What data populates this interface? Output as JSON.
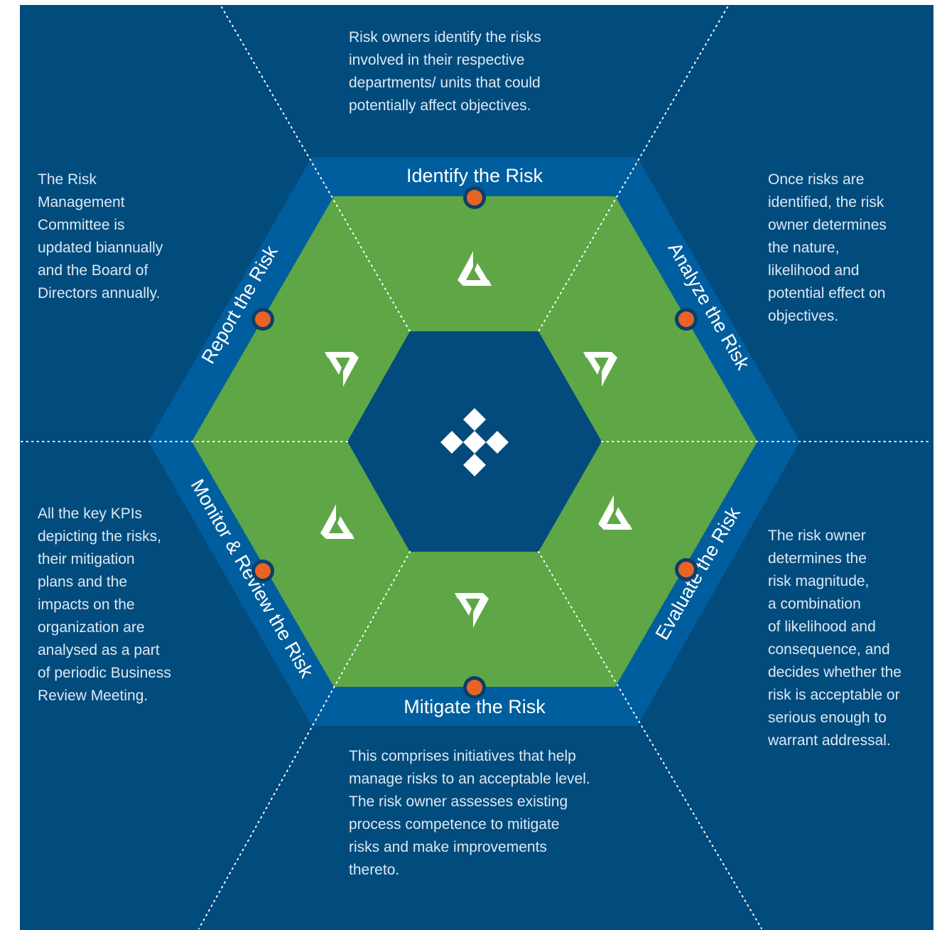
{
  "stages": {
    "identify": {
      "label": "Identify the Risk",
      "description": [
        "Risk owners identify the risks",
        "involved in their respective",
        "departments/ units that could",
        "potentially affect objectives."
      ]
    },
    "analyze": {
      "label": "Analyze the Risk",
      "description": [
        "Once risks are",
        "identified, the risk",
        "owner determines",
        "the nature,",
        "likelihood and",
        "potential effect on",
        "objectives."
      ]
    },
    "evaluate": {
      "label": "Evaluate the Risk",
      "description": [
        "The risk owner",
        "determines the",
        "risk magnitude,",
        "a combination",
        "of likelihood and",
        "consequence, and",
        "decides whether the",
        "risk is acceptable or",
        "serious enough to",
        "warrant addressal."
      ]
    },
    "mitigate": {
      "label": "Mitigate the Risk",
      "description": [
        "This comprises initiatives that help",
        "manage risks to an acceptable level.",
        "The risk owner assesses existing",
        "process competence to mitigate",
        "risks and make improvements",
        "thereto."
      ]
    },
    "monitor": {
      "label": "Monitor & Review the Risk",
      "description": [
        "All the key KPIs",
        "depicting the risks,",
        "their mitigation",
        "plans and the",
        "impacts on the",
        "organization are",
        "analysed as a part",
        "of periodic Business",
        "Review Meeting."
      ]
    },
    "report": {
      "label": "Report the Risk",
      "description": [
        "The Risk",
        "Management",
        "Committee is",
        "updated biannually",
        "and the Board of",
        "Directors annually."
      ]
    }
  },
  "colors": {
    "background": "#024b7d",
    "outer_ring": "#005e9e",
    "green_segments": "#5ea646",
    "center": "#034b7c",
    "marker": "#ea6325",
    "marker_ring": "#0a3f6a",
    "text": "#dce9f3"
  },
  "icons": {
    "center": "diamond-cluster-icon",
    "segments": "triangle-logo-icon"
  }
}
